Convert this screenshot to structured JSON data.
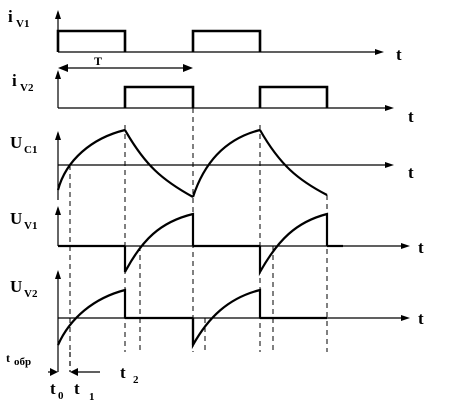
{
  "labels": {
    "iv1_main": "i",
    "iv1_sub": "V1",
    "iv2_main": "i",
    "iv2_sub": "V2",
    "uc1_main": "U",
    "uc1_sub": "C1",
    "uv1_main": "U",
    "uv1_sub": "V1",
    "uv2_main": "U",
    "uv2_sub": "V2",
    "t": "t",
    "period": "T",
    "tobr_main": "t",
    "tobr_sub": "обр",
    "t0_main": "t",
    "t0_sub": "0",
    "t1_main": "t",
    "t1_sub": "1",
    "t2_main": "t",
    "t2_sub": "2"
  },
  "colors": {
    "stroke": "#000000",
    "background": "#ffffff"
  }
}
